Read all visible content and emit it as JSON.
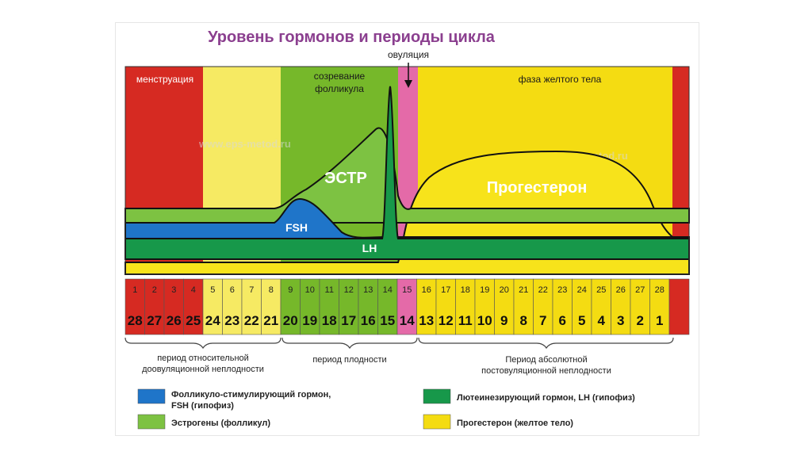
{
  "title": "Уровень гормонов и периоды цикла",
  "colors": {
    "title": "#8b3f8f",
    "menstruation": "#d62a22",
    "pale_yellow": "#f6ea63",
    "green_zone": "#76b82a",
    "pink": "#e46aa8",
    "yellow_zone": "#f4dc12",
    "estrogen": "#7dc242",
    "fsh": "#1f75c9",
    "lh": "#17984a",
    "progesterone": "#f7e31b",
    "watermark": "#d8d8d8"
  },
  "phase_labels": {
    "menstruation": "менструация",
    "follicle_maturation_line1": "созревание",
    "follicle_maturation_line2": "фолликула",
    "ovulation": "овуляция",
    "luteal_phase": "фаза желтого тела"
  },
  "curve_labels": {
    "estrogen": "ЭСТР",
    "progesterone": "Прогестерон",
    "fsh": "FSH",
    "lh": "LH"
  },
  "watermark": "www.eps-metod.ru",
  "days": {
    "top": [
      "1",
      "2",
      "3",
      "4",
      "5",
      "6",
      "7",
      "8",
      "9",
      "10",
      "11",
      "12",
      "13",
      "14",
      "15",
      "16",
      "17",
      "18",
      "19",
      "20",
      "21",
      "22",
      "23",
      "24",
      "25",
      "26",
      "27",
      "28"
    ],
    "bottom": [
      "28",
      "27",
      "26",
      "25",
      "24",
      "23",
      "22",
      "21",
      "20",
      "19",
      "18",
      "17",
      "16",
      "15",
      "14",
      "13",
      "12",
      "11",
      "10",
      "9",
      "8",
      "7",
      "6",
      "5",
      "4",
      "3",
      "2",
      "1"
    ],
    "cell_zone": [
      "red",
      "red",
      "red",
      "red",
      "pale",
      "pale",
      "pale",
      "pale",
      "green",
      "green",
      "green",
      "green",
      "green",
      "green",
      "pink",
      "yellow",
      "yellow",
      "yellow",
      "yellow",
      "yellow",
      "yellow",
      "yellow",
      "yellow",
      "yellow",
      "yellow",
      "yellow",
      "yellow",
      "yellow"
    ]
  },
  "periods": {
    "relative_line1": "период относительной",
    "relative_line2": "доовуляционной неплодности",
    "fertile": "период плодности",
    "absolute_line1": "Период абсолютной",
    "absolute_line2": "постовуляционной неплодности"
  },
  "legend": {
    "fsh_line1": "Фолликуло-стимулирующий гормон,",
    "fsh_line2": "FSH (гипофиз)",
    "estrogens": "Эстрогены (фолликул)",
    "lh": "Лютеинезирующий гормон, LH (гипофиз)",
    "progesterone": "Прогестерон (желтое тело)"
  }
}
